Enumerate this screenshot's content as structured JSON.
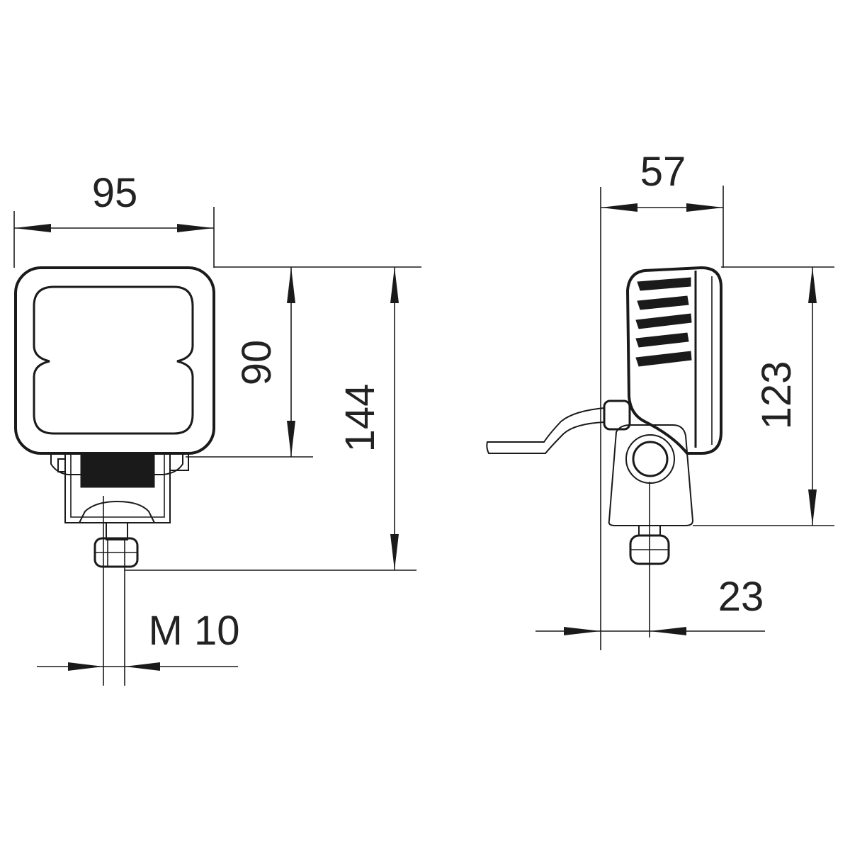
{
  "dimensions": {
    "front_width": "95",
    "front_lens_height": "90",
    "front_total_height": "144",
    "thread": "M 10",
    "side_depth": "57",
    "side_height": "123",
    "side_offset": "23"
  }
}
